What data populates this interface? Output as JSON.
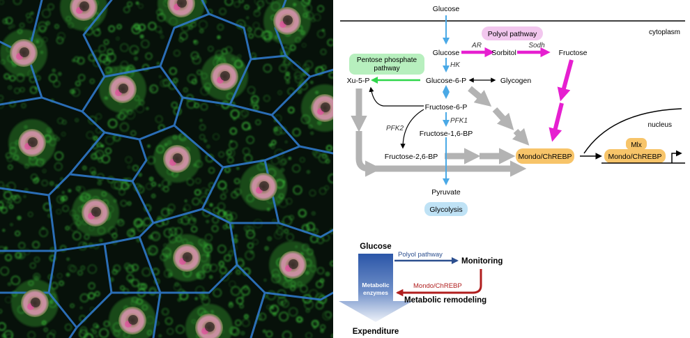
{
  "micrograph": {
    "image_colors": {
      "background": "#0a0f0a",
      "cytoplasm": "#39b336",
      "membrane": "#2f78c8",
      "nucleus": "#c98fa0",
      "nucleus_spot": "#e0509e"
    }
  },
  "pathway": {
    "top_input": "Glucose",
    "compartment_cytoplasm": "cytoplasm",
    "compartment_nucleus": "nucleus",
    "polyol_label": "Polyol pathway",
    "ppp_label_line1": "Pentose phosphate",
    "ppp_label_line2": "pathway",
    "glycolysis_label": "Glycolysis",
    "nodes": {
      "glucose": "Glucose",
      "sorbitol": "Sorbitol",
      "fructose": "Fructose",
      "g6p": "Glucose-6-P",
      "glycogen": "Glycogen",
      "xu5p": "Xu-5-P",
      "f6p": "Fructose-6-P",
      "f16bp": "Fructose-1,6-BP",
      "f26bp": "Fructose-2,6-BP",
      "pyruvate": "Pyruvate",
      "mondo": "Mondo/ChREBP",
      "mlx": "Mlx",
      "mondo_nuclear": "Mondo/ChREBP"
    },
    "enzymes": {
      "ar": "AR",
      "sodh": "Sodh",
      "hk": "HK",
      "pfk1": "PFK1",
      "pfk2": "PFK2"
    },
    "colors": {
      "blue_arrow": "#4aa9e6",
      "magenta_arrow": "#e61fd0",
      "green_arrow": "#2fd64a",
      "gray_arrow": "#b3b3b3",
      "polyol_box": "#f2c7ee",
      "ppp_box": "#b7efbe",
      "glycolysis_box": "#bfe2f5",
      "mondo_box": "#f7c469"
    }
  },
  "summary": {
    "glucose": "Glucose",
    "polyol": "Polyol pathway",
    "monitoring": "Monitoring",
    "mondo": "Mondo/ChREBP",
    "remodeling": "Metabolic remodeling",
    "enzymes_line1": "Metabolic",
    "enzymes_line2": "enzymes",
    "expenditure": "Expenditure",
    "colors": {
      "blue": "#2c4f8f",
      "red": "#b01e1e",
      "funnel_top": "#2b56a8",
      "funnel_bottom": "#e7edf7"
    }
  }
}
